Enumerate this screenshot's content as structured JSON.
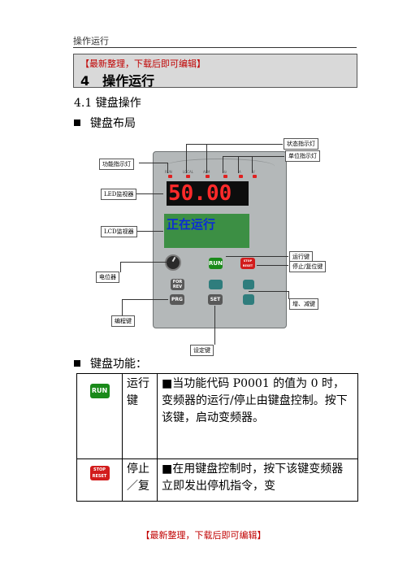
{
  "header": {
    "running_title": "操作运行"
  },
  "title_box": {
    "notice": "【最新整理，下载后即可编辑】",
    "chapter": "4　操作运行"
  },
  "section": {
    "heading": "4.1 键盘操作"
  },
  "bullets": {
    "layout": "键盘布局",
    "functions": "键盘功能："
  },
  "panel": {
    "led_display": "50.00",
    "lcd_display": "正在运行",
    "indicators": [
      "RUN",
      "LOCAL",
      "ALM",
      "Hz",
      "A",
      "V"
    ],
    "run_key": "RUN",
    "stop_key_line1": "STOP",
    "stop_key_line2": "RESET",
    "for_rev_key_line1": "FOR",
    "for_rev_key_line2": "REV",
    "prg_key": "PRG",
    "set_key": "SET"
  },
  "annotations": {
    "status_indicator": "状态指示灯",
    "unit_indicator": "单位指示灯",
    "function_indicator": "功能指示灯",
    "led_monitor": "LED监视器",
    "lcd_monitor": "LCD监视器",
    "run_key": "运行键",
    "stop_reset_key": "停止/复位键",
    "potentiometer": "电位器",
    "inc_dec_key": "增、减键",
    "program_key": "编程键",
    "set_key": "设定键"
  },
  "function_table": {
    "rows": [
      {
        "key": "RUN",
        "name": "运行键",
        "description": "■当功能代码 P0001 的值为 0 时，变频器的运行/停止由键盘控制。按下该键，启动变频器。"
      },
      {
        "key_line1": "STOP",
        "key_line2": "RESET",
        "name": "停止／复",
        "description": "■在用键盘控制时，按下该键变频器立即发出停机指令，变"
      }
    ]
  },
  "footer": {
    "notice": "【最新整理，下载后即可编辑】"
  },
  "colors": {
    "notice_red": "#c00000",
    "led_red": "#ff2a2a",
    "lcd_green": "#3c8f44",
    "run_green": "#1a8a1a",
    "stop_red": "#d21c1c"
  }
}
